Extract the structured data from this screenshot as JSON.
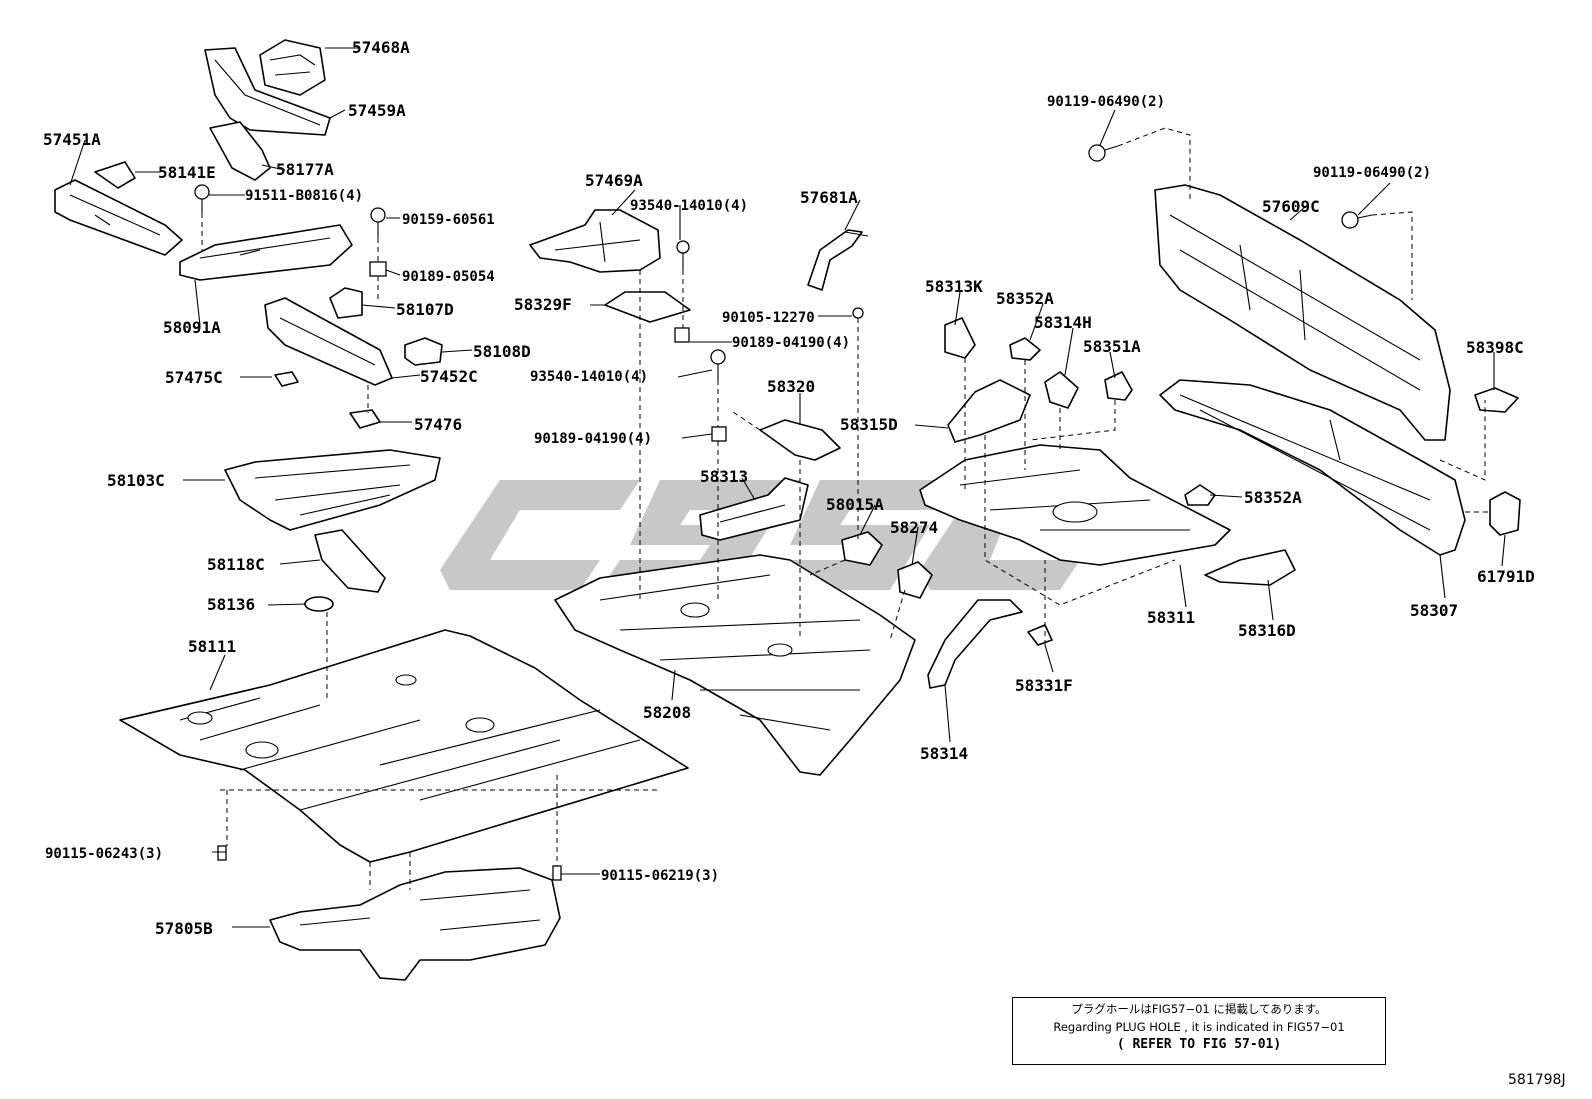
{
  "diagram": {
    "part_labels": [
      "57468A",
      "57459A",
      "57451A",
      "58141E",
      "58177A",
      "91511-B0816(4)",
      "90159-60561",
      "90189-05054",
      "58091A",
      "58107D",
      "58108D",
      "57475C",
      "57452C",
      "57476",
      "58103C",
      "58118C",
      "58136",
      "58111",
      "90115-06243(3)",
      "90115-06219(3)",
      "57805B",
      "57469A",
      "93540-14010(4)",
      "58329F",
      "90105-12270",
      "90189-04190(4)",
      "93540-14010(4)",
      "90189-04190(4)",
      "57681A",
      "58320",
      "58313",
      "58015A",
      "58274",
      "58208",
      "58313K",
      "58352A",
      "58314H",
      "58351A",
      "58315D",
      "58352A",
      "58311",
      "58316D",
      "58331F",
      "58314",
      "90119-06490(2)",
      "90119-06490(2)",
      "57609C",
      "58398C",
      "61791D",
      "58307"
    ],
    "note": {
      "japanese": "プラグホールはFIG57−01 に掲載してあります。",
      "english": "Regarding PLUG HOLE , it is indicated in FIG57−01",
      "reference": "( REFER TO FIG 57-01)"
    },
    "figure_id": "581798J"
  }
}
